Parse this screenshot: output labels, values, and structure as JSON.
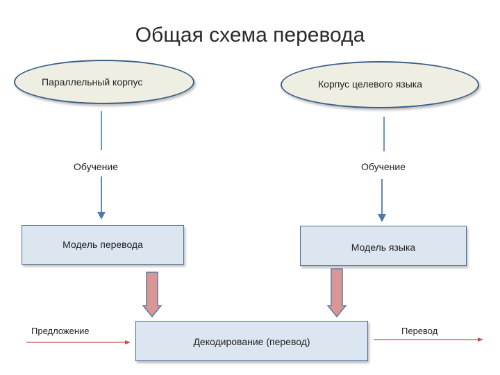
{
  "title": "Общая схема перевода",
  "left": {
    "corpus": "Параллельный корпус",
    "training": "Обучение",
    "model": "Модель перевода"
  },
  "right": {
    "corpus": "Корпус целевого языка",
    "training": "Обучение",
    "model": "Модель языка"
  },
  "decoding": "Декодирование (перевод)",
  "input_label": "Предложение",
  "output_label": "Перевод",
  "colors": {
    "ellipse_fill": "#eeeee2",
    "ellipse_border": "#3c5f8a",
    "box_fill": "#dce6f1",
    "box_border": "#4a6e96",
    "connector": "#4a7aa8",
    "block_arrow_fill": "#d99694",
    "block_arrow_border": "#5a7d9e",
    "io_arrow": "#c0504d"
  }
}
